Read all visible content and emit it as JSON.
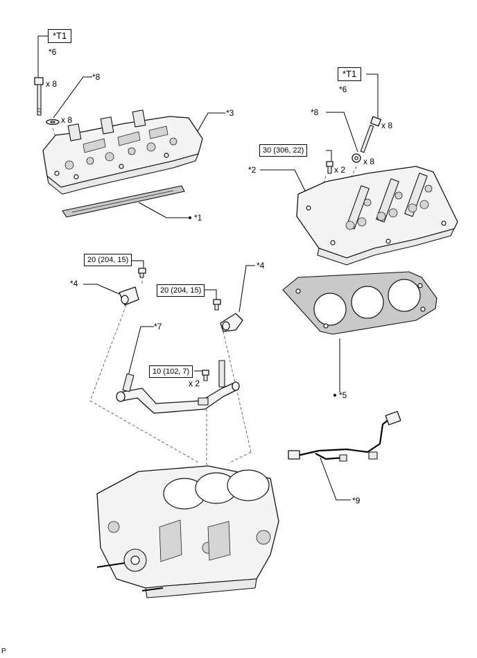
{
  "tool_label": "*T1",
  "footer": {
    "corner_mark": "P"
  },
  "labels": {
    "l_6_left": "*6",
    "l_8_left": "*8",
    "l_3": "*3",
    "l_1": "*1",
    "l_6_right": "*6",
    "l_8_right": "*8",
    "l_2": "*2",
    "l_4_left": "*4",
    "l_4_right": "*4",
    "l_7": "*7",
    "l_5": "*5",
    "l_9": "*9"
  },
  "quantities": {
    "q_bolt_left": "x 8",
    "q_washer_left": "x 8",
    "q_bolt_right": "x 8",
    "q_washer_right": "x 8",
    "q_head_bolt": "x 2",
    "q_pipe_bolt": "x 2"
  },
  "torques": {
    "t_head": "30 (306, 22)",
    "t_sensor_left": "20 (204, 15)",
    "t_sensor_right": "20 (204, 15)",
    "t_pipe": "10 (102, 7)"
  }
}
